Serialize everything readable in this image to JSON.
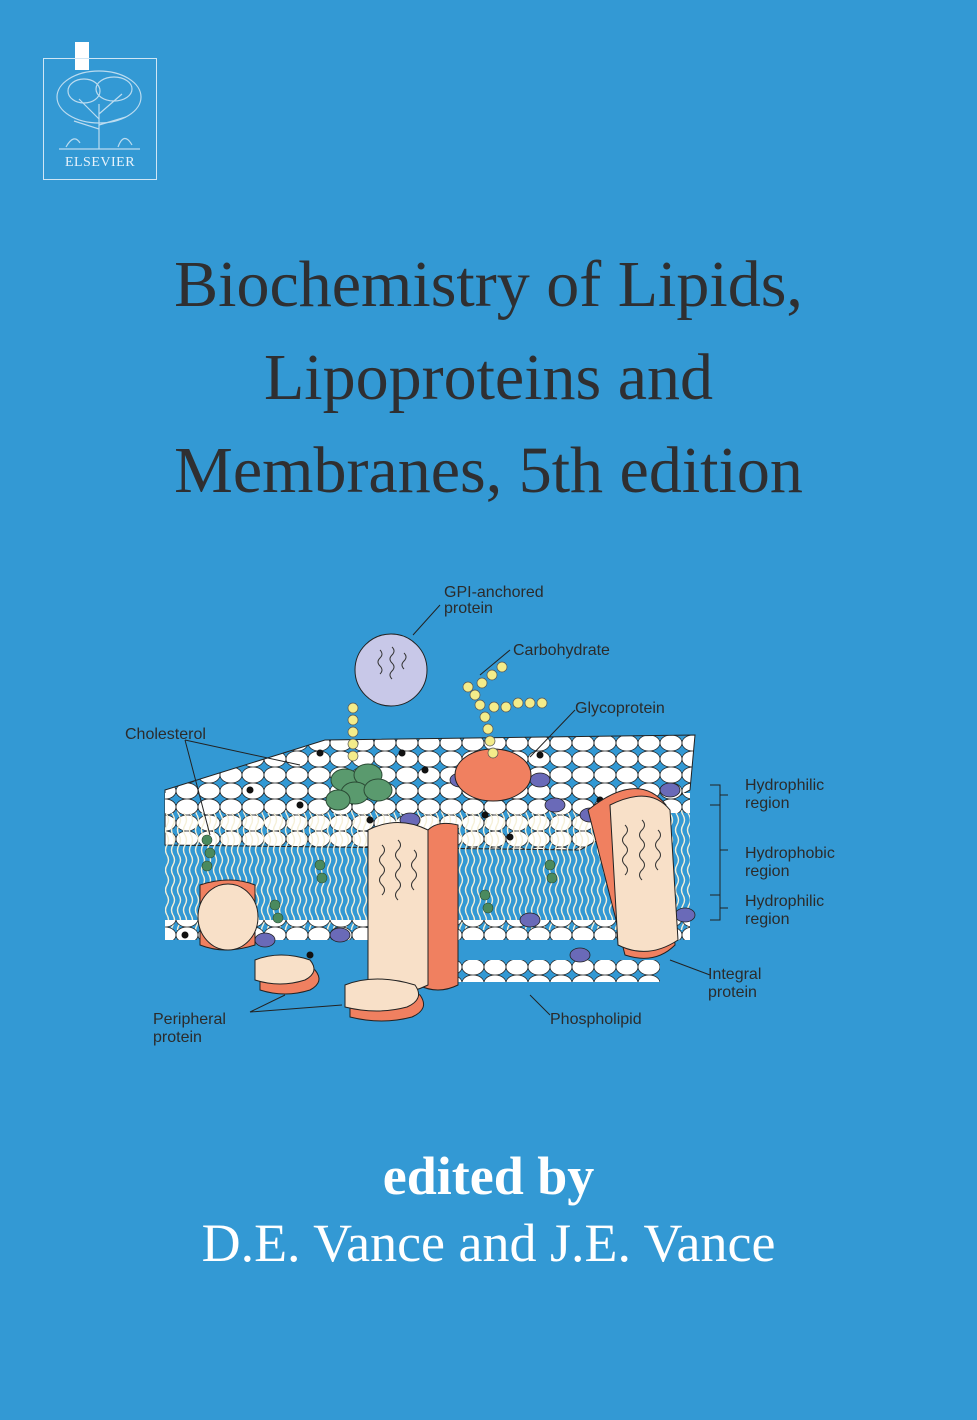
{
  "publisher": {
    "name": "ELSEVIER"
  },
  "book": {
    "title_lines": [
      "Biochemistry of Lipids,",
      "Lipoproteins and",
      "Membranes, 5th edition"
    ],
    "edited_by": "edited by",
    "authors": "D.E. Vance and J.E. Vance"
  },
  "diagram": {
    "labels": {
      "gpi_1": "GPI-anchored",
      "gpi_2": "protein",
      "carbohydrate": "Carbohydrate",
      "glycoprotein": "Glycoprotein",
      "cholesterol": "Cholesterol",
      "hydrophilic_top_1": "Hydrophilic",
      "hydrophilic_top_2": "region",
      "hydrophobic_1": "Hydrophobic",
      "hydrophobic_2": "region",
      "hydrophilic_bottom_1": "Hydrophilic",
      "hydrophilic_bottom_2": "region",
      "integral_1": "Integral",
      "integral_2": "protein",
      "peripheral_1": "Peripheral",
      "peripheral_2": "protein",
      "phospholipid": "Phospholipid"
    }
  },
  "colors": {
    "background": "#3399d4",
    "title_text": "#2f2f31",
    "author_text": "#ffffff",
    "protein_orange": "#f08060",
    "protein_cream": "#f8e0c8",
    "cholesterol_green": "#5a9a6e",
    "head_white": "#ffffff",
    "head_purple": "#6a6ab8"
  }
}
